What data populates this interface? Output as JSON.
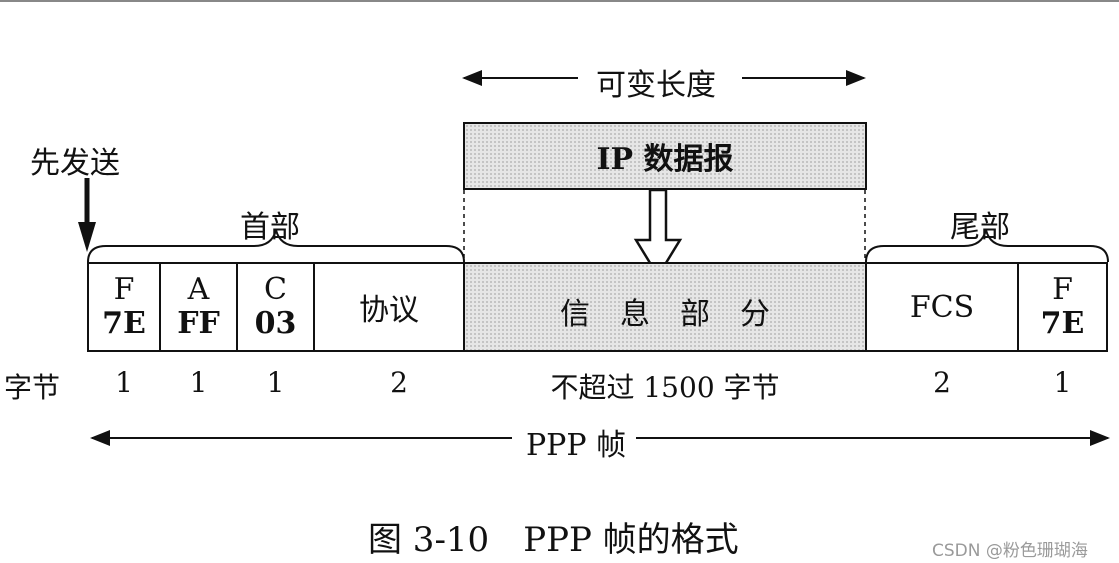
{
  "top_bar": "",
  "variable_length_label": "可变长度",
  "send_first_label": "先发送",
  "header_label": "首部",
  "trailer_label": "尾部",
  "ip_datagram_label": "IP 数据报",
  "fields": {
    "flag_start": {
      "name": "F",
      "value": "7E"
    },
    "address": {
      "name": "A",
      "value": "FF"
    },
    "control": {
      "name": "C",
      "value": "03"
    },
    "protocol": {
      "name": "协议"
    },
    "info": {
      "name": "信　息　部　分"
    },
    "fcs": {
      "name": "FCS"
    },
    "flag_end": {
      "name": "F",
      "value": "7E"
    }
  },
  "bytes_row": {
    "label": "字节",
    "values": [
      "1",
      "1",
      "1",
      "2",
      "不超过 1500 字节",
      "2",
      "1"
    ]
  },
  "frame_label": "PPP 帧",
  "caption": "图 3-10　PPP 帧的格式",
  "watermark": "CSDN @粉色珊瑚海"
}
